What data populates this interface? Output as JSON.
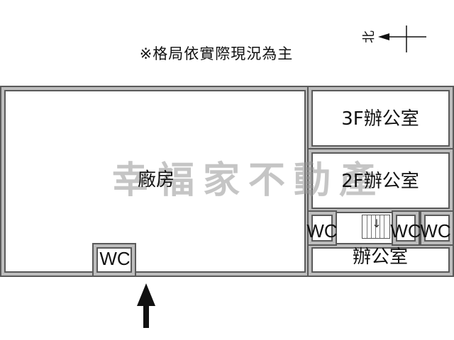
{
  "note": "※格局依實際現況為主",
  "compass": {
    "label": "北",
    "icon": "north-arrow"
  },
  "watermark": "幸福家不動產",
  "rooms": {
    "factory": "廠房",
    "wc_factory": "WC",
    "office_3f": "3F辦公室",
    "office_2f": "2F辦公室",
    "wc_left": "WC",
    "wc_middle": "WC",
    "wc_right": "WC",
    "office_1f": "辦公室"
  },
  "entrance": {
    "icon": "entrance-arrow-up"
  },
  "colors": {
    "wall_outer": "#5a5a5a",
    "wall_fill": "#bdbdbd",
    "watermark": "#969696"
  }
}
